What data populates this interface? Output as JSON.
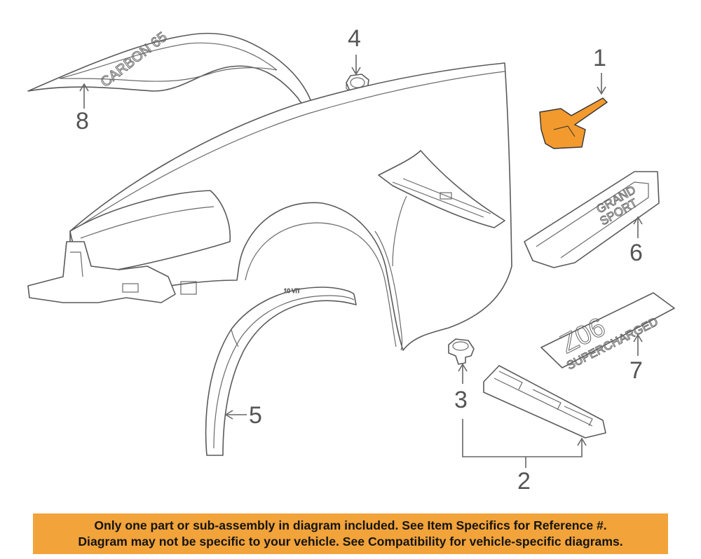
{
  "callouts": {
    "c1": "1",
    "c2": "2",
    "c3": "3",
    "c4": "4",
    "c5": "5",
    "c6": "6",
    "c7": "7",
    "c8": "8"
  },
  "badges": {
    "carbon": "CARBON 65",
    "grand": "GRAND",
    "sport": "SPORT",
    "z06": "Z06",
    "supercharged": "SUPERCHARGED"
  },
  "disclaimer": {
    "line1": "Only one part or sub-assembly in diagram included. See Item Specifics for Reference #.",
    "line2": "Diagram may not be specific to your vehicle. See Compatibility for vehicle-specific diagrams."
  },
  "colors": {
    "highlight": "#F29A2E",
    "banner": "#F2A33A",
    "line": "#5a5a5a"
  }
}
